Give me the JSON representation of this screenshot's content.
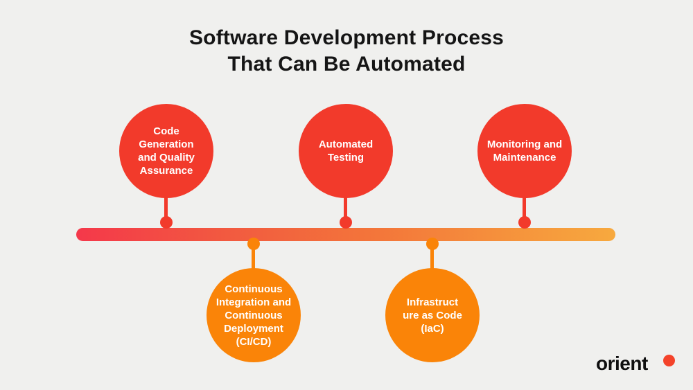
{
  "title": {
    "line1": "Software Development Process",
    "line2": "That Can Be Automated"
  },
  "colors": {
    "background": "#F0F0EE",
    "title_text": "#151515",
    "top_circle_red": "#F23A2B",
    "bottom_circle_orange": "#FA8408",
    "bar_gradient_start": "#F4384A",
    "bar_gradient_end": "#F7A93E",
    "circle_text": "#FFFFFF",
    "logo_dot": "#F4432A"
  },
  "diagram": {
    "type": "timeline-infographic",
    "bar_orientation": "horizontal",
    "nodes": [
      {
        "id": "code-generation",
        "side": "top",
        "color": "#F23A2B",
        "label": "Code\nGeneration\nand Quality\nAssurance"
      },
      {
        "id": "automated-testing",
        "side": "top",
        "color": "#F23A2B",
        "label": "Automated\nTesting"
      },
      {
        "id": "monitoring-maintenance",
        "side": "top",
        "color": "#F23A2B",
        "label": "Monitoring and\nMaintenance"
      },
      {
        "id": "ci-cd",
        "side": "bottom",
        "color": "#FA8408",
        "label": "Continuous\nIntegration and\nContinuous\nDeployment\n(CI/CD)"
      },
      {
        "id": "iac",
        "side": "bottom",
        "color": "#FA8408",
        "label": "Infrastruct\nure as Code\n(IaC)"
      }
    ]
  },
  "logo": {
    "text": "orient",
    "mark": "red-dot"
  }
}
